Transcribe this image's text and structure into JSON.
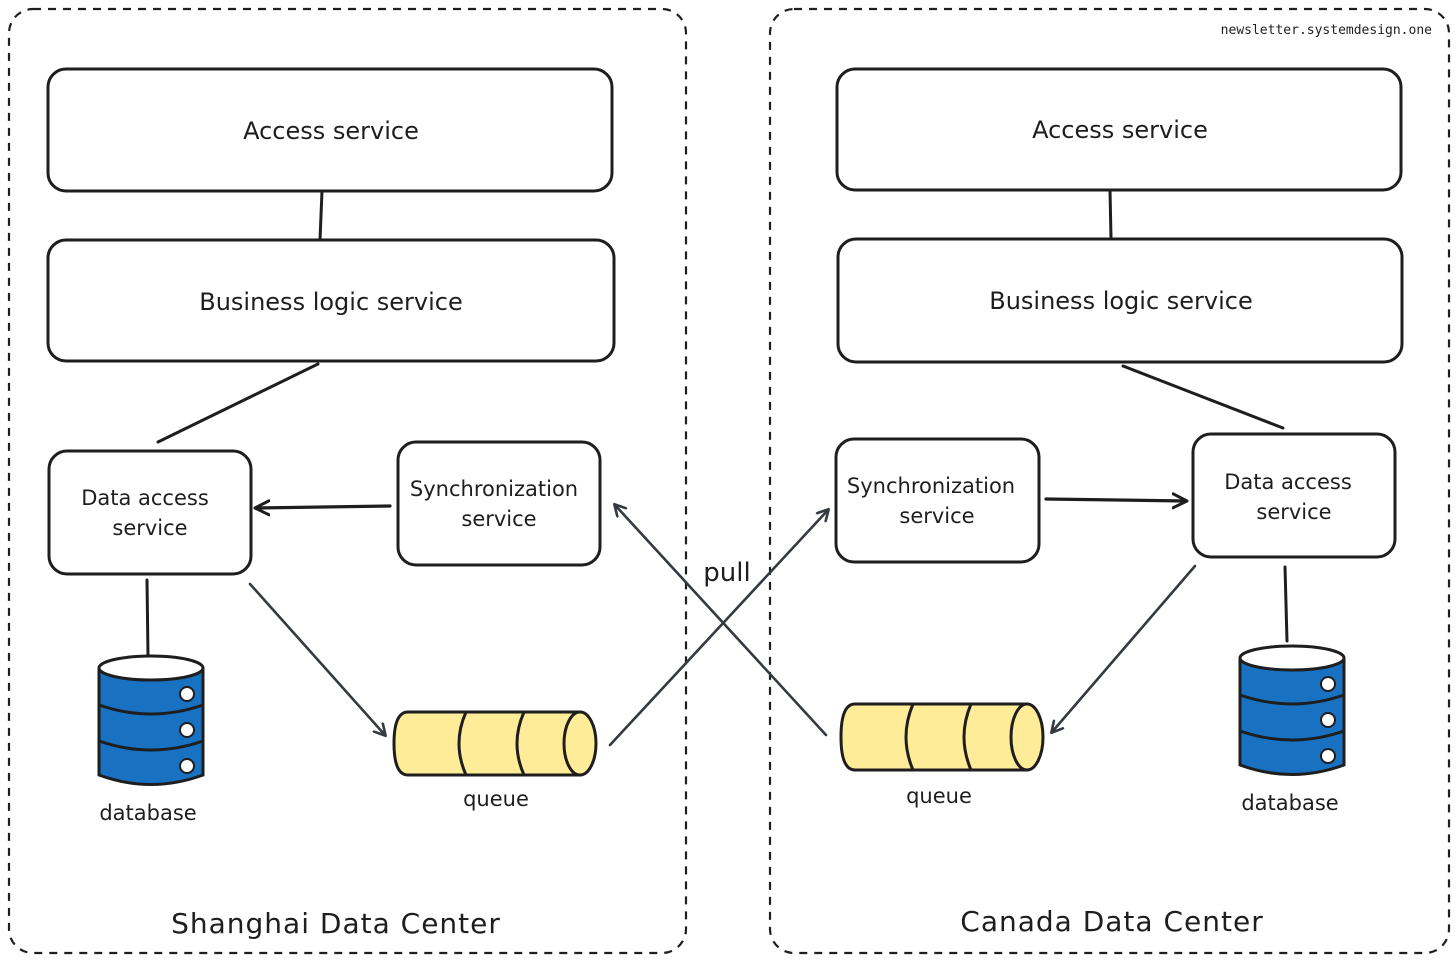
{
  "credit": "newsletter.systemdesign.one",
  "colors": {
    "access": "#b2f2bb",
    "business": "#ffc9c9",
    "data_access": "#a5d8ff",
    "sync": "#e9ecef",
    "queue": "#ffec99",
    "database": "#1971c2",
    "stroke": "#1e1e1e"
  },
  "arrow_label": "pull",
  "shanghai": {
    "title": "Shanghai Data Center",
    "access": "Access service",
    "business": "Business logic service",
    "data_access_line1": "Data access",
    "data_access_line2": "service",
    "sync_line1": "Synchronization",
    "sync_line2": "service",
    "database": "database",
    "queue": "queue"
  },
  "canada": {
    "title": "Canada Data Center",
    "access": "Access service",
    "business": "Business logic service",
    "data_access_line1": "Data access",
    "data_access_line2": "service",
    "sync_line1": "Synchronization",
    "sync_line2": "service",
    "database": "database",
    "queue": "queue"
  }
}
